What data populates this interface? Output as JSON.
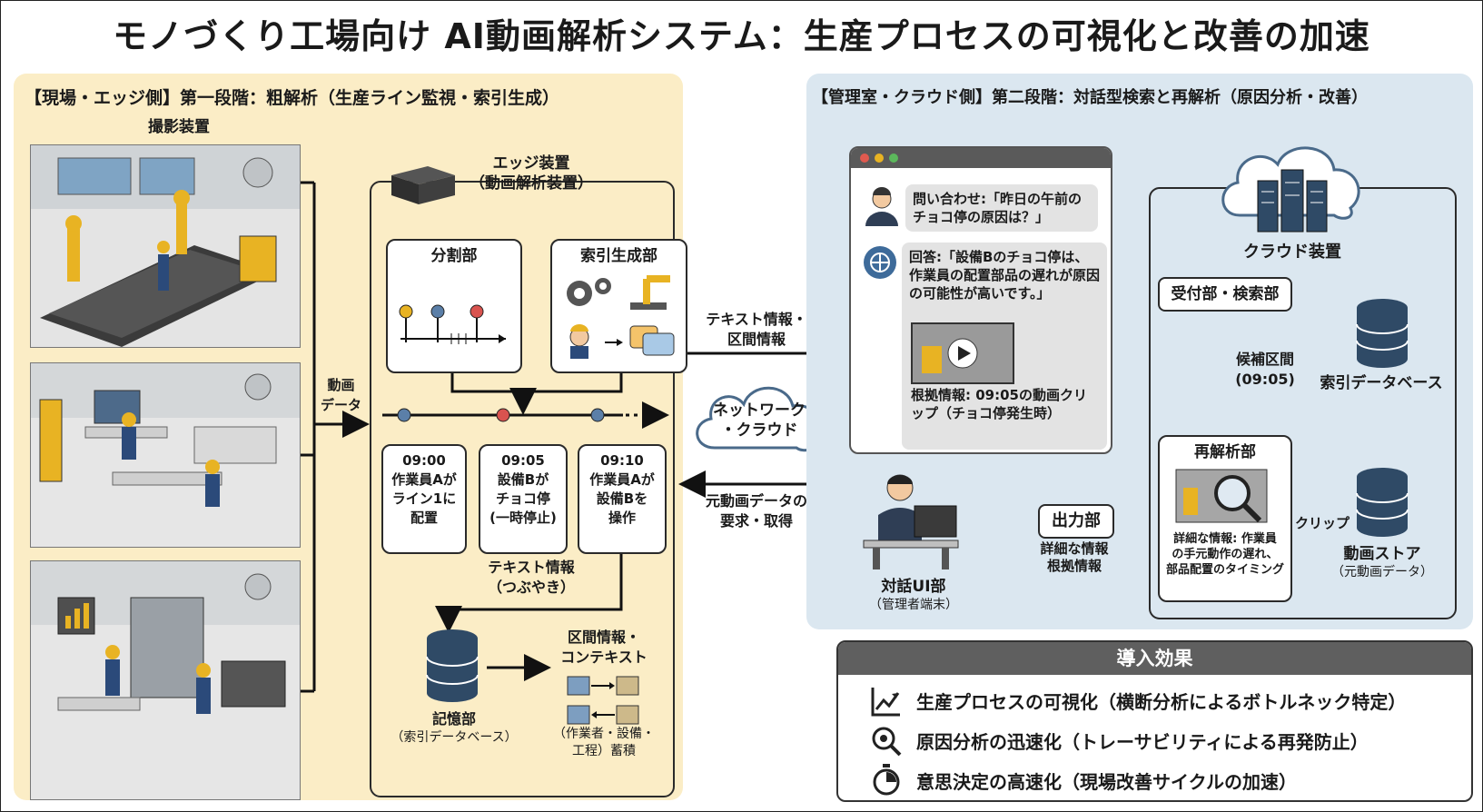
{
  "title": "モノづくり工場向け AI動画解析システム：生産プロセスの可視化と改善の加速",
  "left_panel": {
    "heading": "【現場・エッジ側】第一段階：粗解析（生産ライン監視・索引生成）",
    "camera_label": "撮影装置",
    "video_data_label": [
      "動画",
      "データ"
    ],
    "edge_device_label": [
      "エッジ装置",
      "（動画解析装置）"
    ],
    "split_unit_label": "分割部",
    "index_unit_label": "索引生成部",
    "timeline": [
      {
        "time": "09:00",
        "lines": [
          "作業員Aが",
          "ライン1に",
          "配置"
        ]
      },
      {
        "time": "09:05",
        "lines": [
          "設備Bが",
          "チョコ停",
          "(一時停止)"
        ]
      },
      {
        "time": "09:10",
        "lines": [
          "作業員Aが",
          "設備Bを",
          "操作"
        ]
      }
    ],
    "text_info_label": [
      "テキスト情報",
      "（つぶやき）"
    ],
    "memory_label": [
      "記憶部",
      "（索引データベース）"
    ],
    "context_label": [
      "区間情報・",
      "コンテキスト"
    ],
    "accumulate_label": [
      "（作業者・設備・",
      "工程）蓄積"
    ]
  },
  "middle": {
    "text_interval_label": [
      "テキスト情報・",
      "区間情報"
    ],
    "network_label": [
      "ネットワーク",
      "・クラウド"
    ],
    "raw_video_label": [
      "元動画データの",
      "要求・取得"
    ]
  },
  "right_panel": {
    "heading": "【管理室・クラウド側】第二段階：対話型検索と再解析（原因分析・改善）",
    "query_text": "問い合わせ:「昨日の午前のチョコ停の原因は？」",
    "answer_text": "回答:「設備Bのチョコ停は、作業員の配置部品の遅れが原因の可能性が高いです。」",
    "evidence_text": "根拠情報: 09:05の動画クリップ（チョコ停発生時）",
    "cloud_device_label": "クラウド装置",
    "reception_label": "受付部・検索部",
    "candidate_label": [
      "候補区間",
      "(09:05)"
    ],
    "index_db_label": "索引データベース",
    "reanalysis_label": "再解析部",
    "reanalysis_detail": [
      "詳細な情報: 作業員",
      "の手元動作の遅れ、",
      "部品配置のタイミング"
    ],
    "clip_label": "クリップ",
    "video_store_label": [
      "動画ストア",
      "（元動画データ）"
    ],
    "output_label": "出力部",
    "output_detail": [
      "詳細な情報",
      "根拠情報"
    ],
    "dialog_ui_label": [
      "対話UI部",
      "（管理者端末）"
    ]
  },
  "effects": {
    "heading": "導入効果",
    "items": [
      {
        "icon": "trend-chart-icon",
        "text": "生産プロセスの可視化（横断分析によるボトルネック特定）"
      },
      {
        "icon": "gear-magnifier-icon",
        "text": "原因分析の迅速化（トレーサビリティによる再発防止）"
      },
      {
        "icon": "stopwatch-icon",
        "text": "意思決定の高速化（現場改善サイクルの加速）"
      }
    ]
  },
  "colors": {
    "left_panel_bg": "#fbedc6",
    "right_panel_bg": "#dbe7f0",
    "marker_red": "#d9534f",
    "marker_blue": "#5b7fa8",
    "machine_yellow": "#e8b323"
  }
}
